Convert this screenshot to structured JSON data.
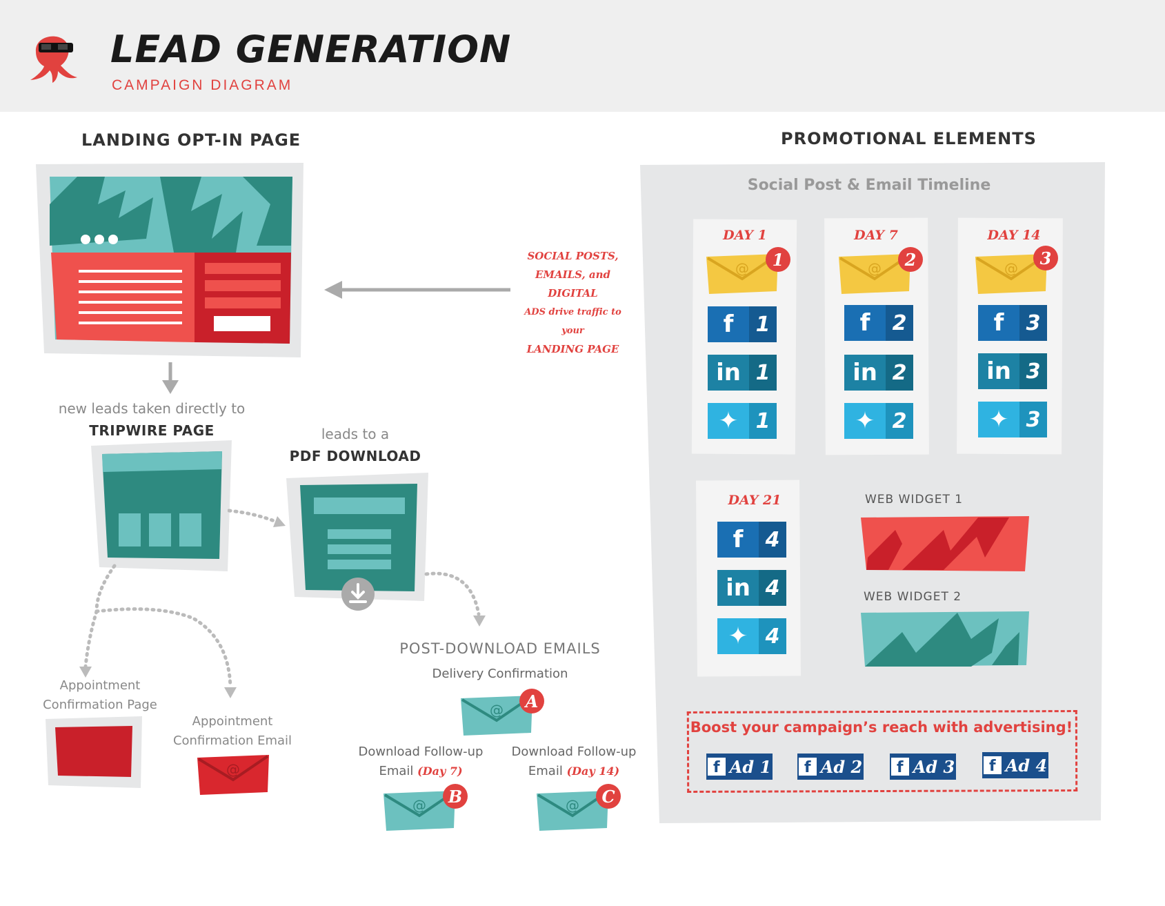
{
  "header": {
    "title": "LEAD GENERATION",
    "subtitle": "CAMPAIGN DIAGRAM"
  },
  "landing": {
    "heading": "LANDING OPT-IN PAGE",
    "arrow_caption": [
      "SOCIAL POSTS,",
      "EMAILS, and DIGITAL",
      "ADS drive traffic to your",
      "LANDING PAGE"
    ]
  },
  "tripwire": {
    "caption": "new leads taken directly to",
    "label": "TRIPWIRE PAGE"
  },
  "pdf": {
    "caption": "leads to a",
    "label": "PDF DOWNLOAD"
  },
  "appointment_page": {
    "line1": "Appointment",
    "line2": "Confirmation Page"
  },
  "appointment_email": {
    "line1": "Appointment",
    "line2": "Confirmation Email"
  },
  "post_download": {
    "heading": "POST-DOWNLOAD EMAILS",
    "delivery": "Delivery Confirmation",
    "badge_a": "A",
    "followup_b_line1": "Download Follow-up",
    "followup_b_line2_prefix": "Email",
    "followup_b_day": "(Day 7)",
    "badge_b": "B",
    "followup_c_line1": "Download Follow-up",
    "followup_c_line2_prefix": "Email",
    "followup_c_day": "(Day 14)",
    "badge_c": "C"
  },
  "promo": {
    "heading": "PROMOTIONAL ELEMENTS",
    "timeline_title": "Social Post & Email Timeline",
    "days": [
      {
        "label": "DAY 1",
        "badge": "1",
        "fb": "1",
        "li": "1",
        "tw": "1"
      },
      {
        "label": "DAY 7",
        "badge": "2",
        "fb": "2",
        "li": "2",
        "tw": "2"
      },
      {
        "label": "DAY 14",
        "badge": "3",
        "fb": "3",
        "li": "3",
        "tw": "3"
      },
      {
        "label": "DAY 21",
        "fb": "4",
        "li": "4",
        "tw": "4"
      }
    ],
    "widget1": "WEB WIDGET 1",
    "widget2": "WEB WIDGET 2",
    "boost": "Boost your campaign’s reach with advertising!",
    "ads": [
      "Ad 1",
      "Ad 2",
      "Ad 3",
      "Ad 4"
    ]
  },
  "colors": {
    "brand_red": "#e1423f",
    "dark_red": "#c9202a",
    "teal": "#6cc1bf",
    "dark_teal": "#2e8a80",
    "envelope_yellow": "#f4c842",
    "facebook": "#1a6fb3",
    "linkedin": "#1d82a4",
    "twitter": "#2fb3e1"
  },
  "icons": [
    "octopus-logo-icon",
    "envelope-icon",
    "facebook-icon",
    "linkedin-icon",
    "twitter-icon",
    "download-icon",
    "arrow-icon"
  ]
}
